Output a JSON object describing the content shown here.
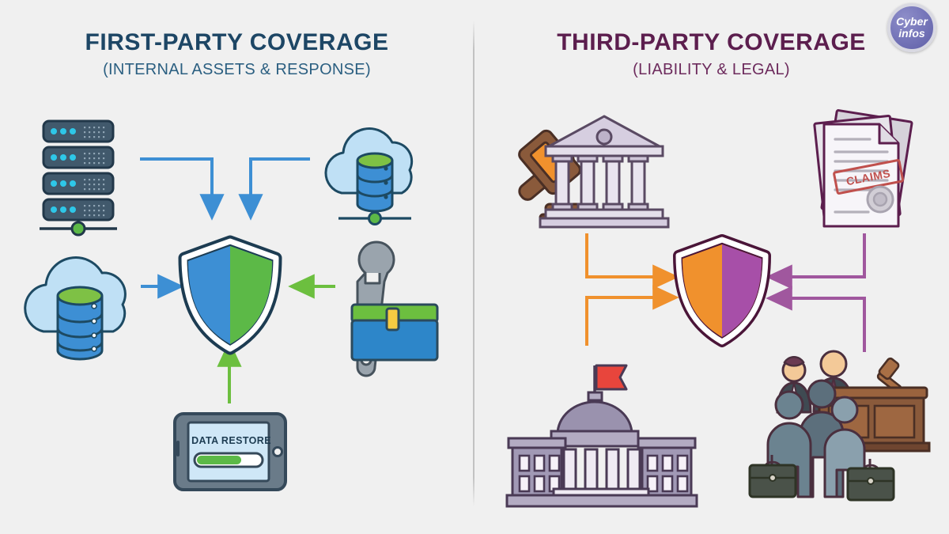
{
  "background_color": "#f0f0f0",
  "logo": {
    "name": "cyber-infos-logo",
    "line1": "Cyber",
    "line2": "infos",
    "badge_color": "#6f6fb2",
    "ring_color": "#d9d9e2"
  },
  "columns": {
    "left": {
      "title": "FIRST-PARTY COVERAGE",
      "subtitle": "(INTERNAL ASSETS & RESPONSE)",
      "title_color": "#1d4665",
      "subtitle_color": "#2b5f81",
      "accent_color": "#3d8fd4",
      "accent_color_2": "#5cb947"
    },
    "right": {
      "title": "THIRD-PARTY COVERAGE",
      "subtitle": "(LIABILITY & LEGAL)",
      "title_color": "#5c1e4e",
      "subtitle_color": "#6d2b5d",
      "accent_color": "#f0912d",
      "accent_color_2": "#a74fa8"
    }
  },
  "left_icons": [
    {
      "name": "server-rack-icon",
      "label": "Server rack",
      "units": 4,
      "led_color": "#2ec7e8",
      "body_color": "#3c5366",
      "node_color": "#5cb947"
    },
    {
      "name": "cloud-database-icon-top",
      "label": "Cloud database",
      "cloud_color": "#bfe0f5",
      "db_body_color": "#3d8fd4",
      "db_top_color": "#7ec145"
    },
    {
      "name": "cloud-database-icon-left",
      "label": "Cloud data storage",
      "cloud_color": "#bfe0f5",
      "db_body_color": "#3d8fd4",
      "db_top_color": "#7ec145"
    },
    {
      "name": "wrench-toolbox-icon",
      "label": "Incident response tools",
      "wrench_color": "#9aa4ad",
      "toolbox_body_color": "#2d86c9",
      "toolbox_lid_color": "#6cbf3f",
      "latch_color": "#f5cb42"
    },
    {
      "name": "tablet-data-restore-icon",
      "label": "Data restore tablet",
      "screen_color": "#cfe7f7",
      "frame_color": "#4a5d6e",
      "progress_color": "#5cb947"
    }
  ],
  "right_icons": [
    {
      "name": "gavel-courthouse-icon",
      "label": "Gavel and courthouse",
      "gavel_handle_color": "#8a5a3b",
      "gavel_head_color": "#f08c2e",
      "building_color": "#cfc6d8"
    },
    {
      "name": "claims-documents-icon",
      "label": "Claims documents",
      "paper_color": "#f4f2f6",
      "outline_color": "#5c1e4e",
      "stamp_color": "#c0504d"
    },
    {
      "name": "capitol-building-icon",
      "label": "Regulatory body",
      "body_color": "#a199b5",
      "dome_color": "#9a92ae",
      "flag_color": "#e8453c"
    },
    {
      "name": "courtroom-icon",
      "label": "Courtroom proceedings",
      "bench_color": "#8a5a3b",
      "figure_color": "#6b7f8c"
    }
  ],
  "central_shields": [
    {
      "name": "first-party-shield-icon",
      "label": "First-party shield",
      "outline_color": "#1d3c52",
      "left_half_color": "#3d8fd4",
      "right_half_color": "#5cb947"
    },
    {
      "name": "third-party-shield-icon",
      "label": "Third-party shield",
      "outline_color": "#4a1538",
      "left_half_color": "#f0912d",
      "right_half_color": "#a74fa8"
    }
  ],
  "tablet": {
    "label": "DATA RESTORE",
    "progress_percent": 70
  },
  "documents": {
    "stamp_label": "CLAIMS"
  },
  "arrows": {
    "left_down_color": "#3d8fd4",
    "left_in_color": "#3d8fd4",
    "left_up_color": "#6cbf3f",
    "left_from_tools_color": "#6cbf3f",
    "right_in_color": "#f0912d",
    "right_from_right_color": "#a74fa8"
  }
}
